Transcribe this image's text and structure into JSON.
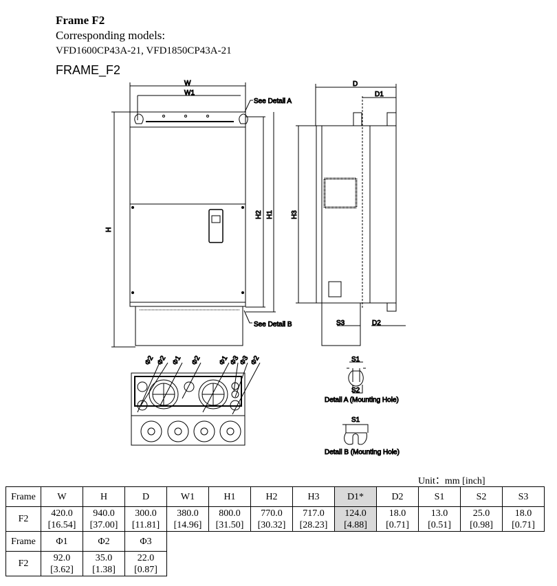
{
  "heading": {
    "title": "Frame F2",
    "subtitle": "Corresponding models:",
    "models": "VFD1600CP43A-21, VFD1850CP43A-21",
    "drawing_title": "FRAME_F2"
  },
  "drawing": {
    "labels": {
      "W": "W",
      "W1": "W1",
      "H": "H",
      "H1": "H1",
      "H2": "H2",
      "H3": "H3",
      "D": "D",
      "D1": "D1",
      "D2": "D2",
      "S3": "S3",
      "detail_a_ref": "See Detail A",
      "detail_b_ref": "See Detail B"
    },
    "bottom_labels": [
      "Φ2",
      "Φ2",
      "Φ1",
      "Φ2",
      "Φ1",
      "Φ3",
      "Φ3",
      "Φ2"
    ],
    "detail_a": {
      "s1": "S1",
      "s2": "S2",
      "caption": "Detail A (Mounting Hole)"
    },
    "detail_b": {
      "s1": "S1",
      "caption": "Detail B (Mounting Hole)"
    }
  },
  "unit": "Unit：mm [inch]",
  "table1": {
    "headers": [
      "Frame",
      "W",
      "H",
      "D",
      "W1",
      "H1",
      "H2",
      "H3",
      "D1*",
      "D2",
      "S1",
      "S2",
      "S3"
    ],
    "row": {
      "frame": "F2",
      "mm": [
        "420.0",
        "940.0",
        "300.0",
        "380.0",
        "800.0",
        "770.0",
        "717.0",
        "124.0",
        "18.0",
        "13.0",
        "25.0",
        "18.0"
      ],
      "inch": [
        "[16.54]",
        "[37.00]",
        "[11.81]",
        "[14.96]",
        "[31.50]",
        "[30.32]",
        "[28.23]",
        "[4.88]",
        "[0.71]",
        "[0.51]",
        "[0.98]",
        "[0.71]"
      ]
    }
  },
  "table2": {
    "headers": [
      "Frame",
      "Φ1",
      "Φ2",
      "Φ3"
    ],
    "row": {
      "frame": "F2",
      "mm": [
        "92.0",
        "35.0",
        "22.0"
      ],
      "inch": [
        "[3.62]",
        "[1.38]",
        "[0.87]"
      ]
    }
  }
}
